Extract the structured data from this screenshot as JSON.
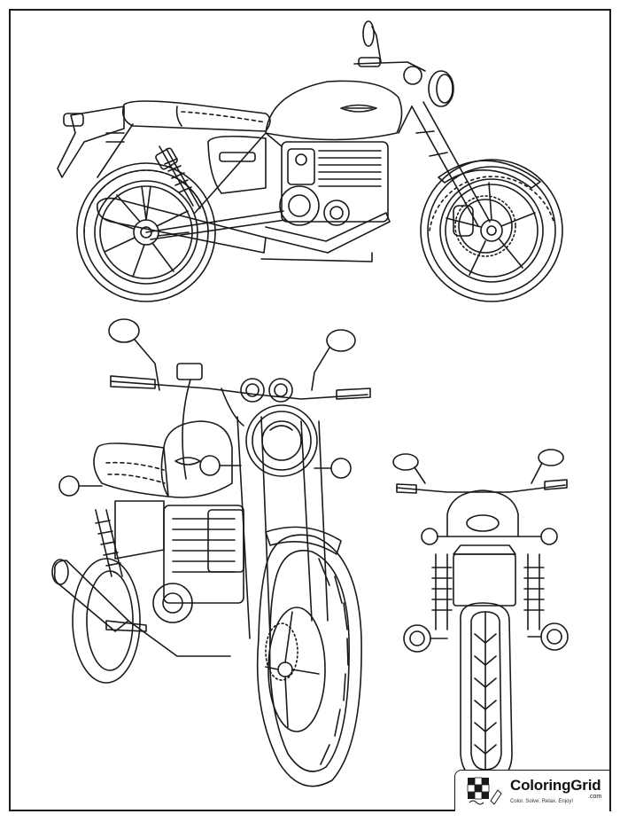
{
  "illustration": {
    "subject": "motorcycle",
    "views": [
      "side-view",
      "three-quarter-front-view",
      "rear-view"
    ],
    "line_color": "#1a1a1a",
    "background_color": "#ffffff"
  },
  "watermark": {
    "brand": "ColoringGrid",
    "domain": ".com",
    "tagline": "Color. Solve. Relax. Enjoy!",
    "icon": "checkered-flag-icon"
  }
}
